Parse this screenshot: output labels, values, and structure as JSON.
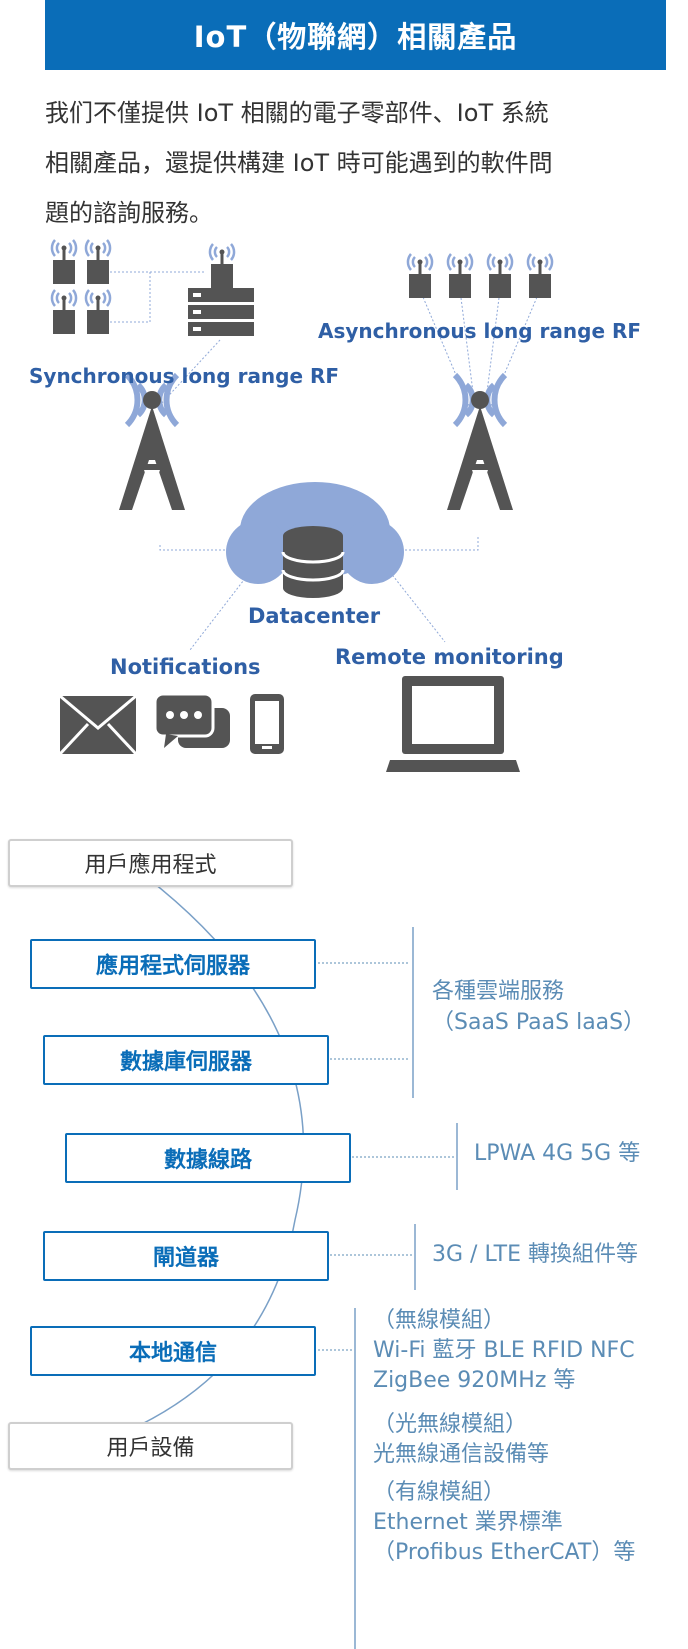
{
  "title": "IoT（物聯網）相關產品",
  "intro_lines": [
    "我们不僅提供 IoT 相關的電子零部件、IoT 系統",
    "相關產品，還提供構建 IoT 時可能遇到的軟件問",
    "題的諮詢服務。"
  ],
  "diagram": {
    "sync_label": "Synchronous long range RF",
    "async_label": "Asynchronous long range RF",
    "datacenter_label": "Datacenter",
    "notifications_label": "Notifications",
    "remote_label": "Remote monitoring",
    "icons": [
      "sensor-icon",
      "gateway-icon",
      "tower-icon",
      "cloud-icon",
      "database-icon",
      "mail-icon",
      "chat-icon",
      "phone-icon",
      "laptop-icon"
    ],
    "colors": {
      "dark": "#545454",
      "light_blue": "#8fa8d8",
      "label_blue": "#2f5fa5"
    }
  },
  "stack": {
    "user_app": "用戶應用程式",
    "user_device": "用戶設備",
    "layers": [
      {
        "label": "應用程式伺服器"
      },
      {
        "label": "數據庫伺服器"
      },
      {
        "label": "數據線路"
      },
      {
        "label": "閘道器"
      },
      {
        "label": "本地通信"
      }
    ],
    "cloud_desc": [
      "各種雲端服務",
      "（SaaS PaaS laaS）"
    ],
    "line_desc": "LPWA 4G 5G 等",
    "gateway_desc": "3G / LTE 轉換組件等",
    "local_desc": [
      "（無線模組）",
      "Wi-Fi 藍牙 BLE RFID NFC",
      "ZigBee  920MHz 等",
      "（光無線模組）",
      "光無線通信設備等",
      "（有線模組）",
      "Ethernet 業界標準",
      "（Profibus EtherCAT）等"
    ],
    "colors": {
      "primary": "#0a6db8",
      "desc": "#5b8cb5"
    }
  }
}
